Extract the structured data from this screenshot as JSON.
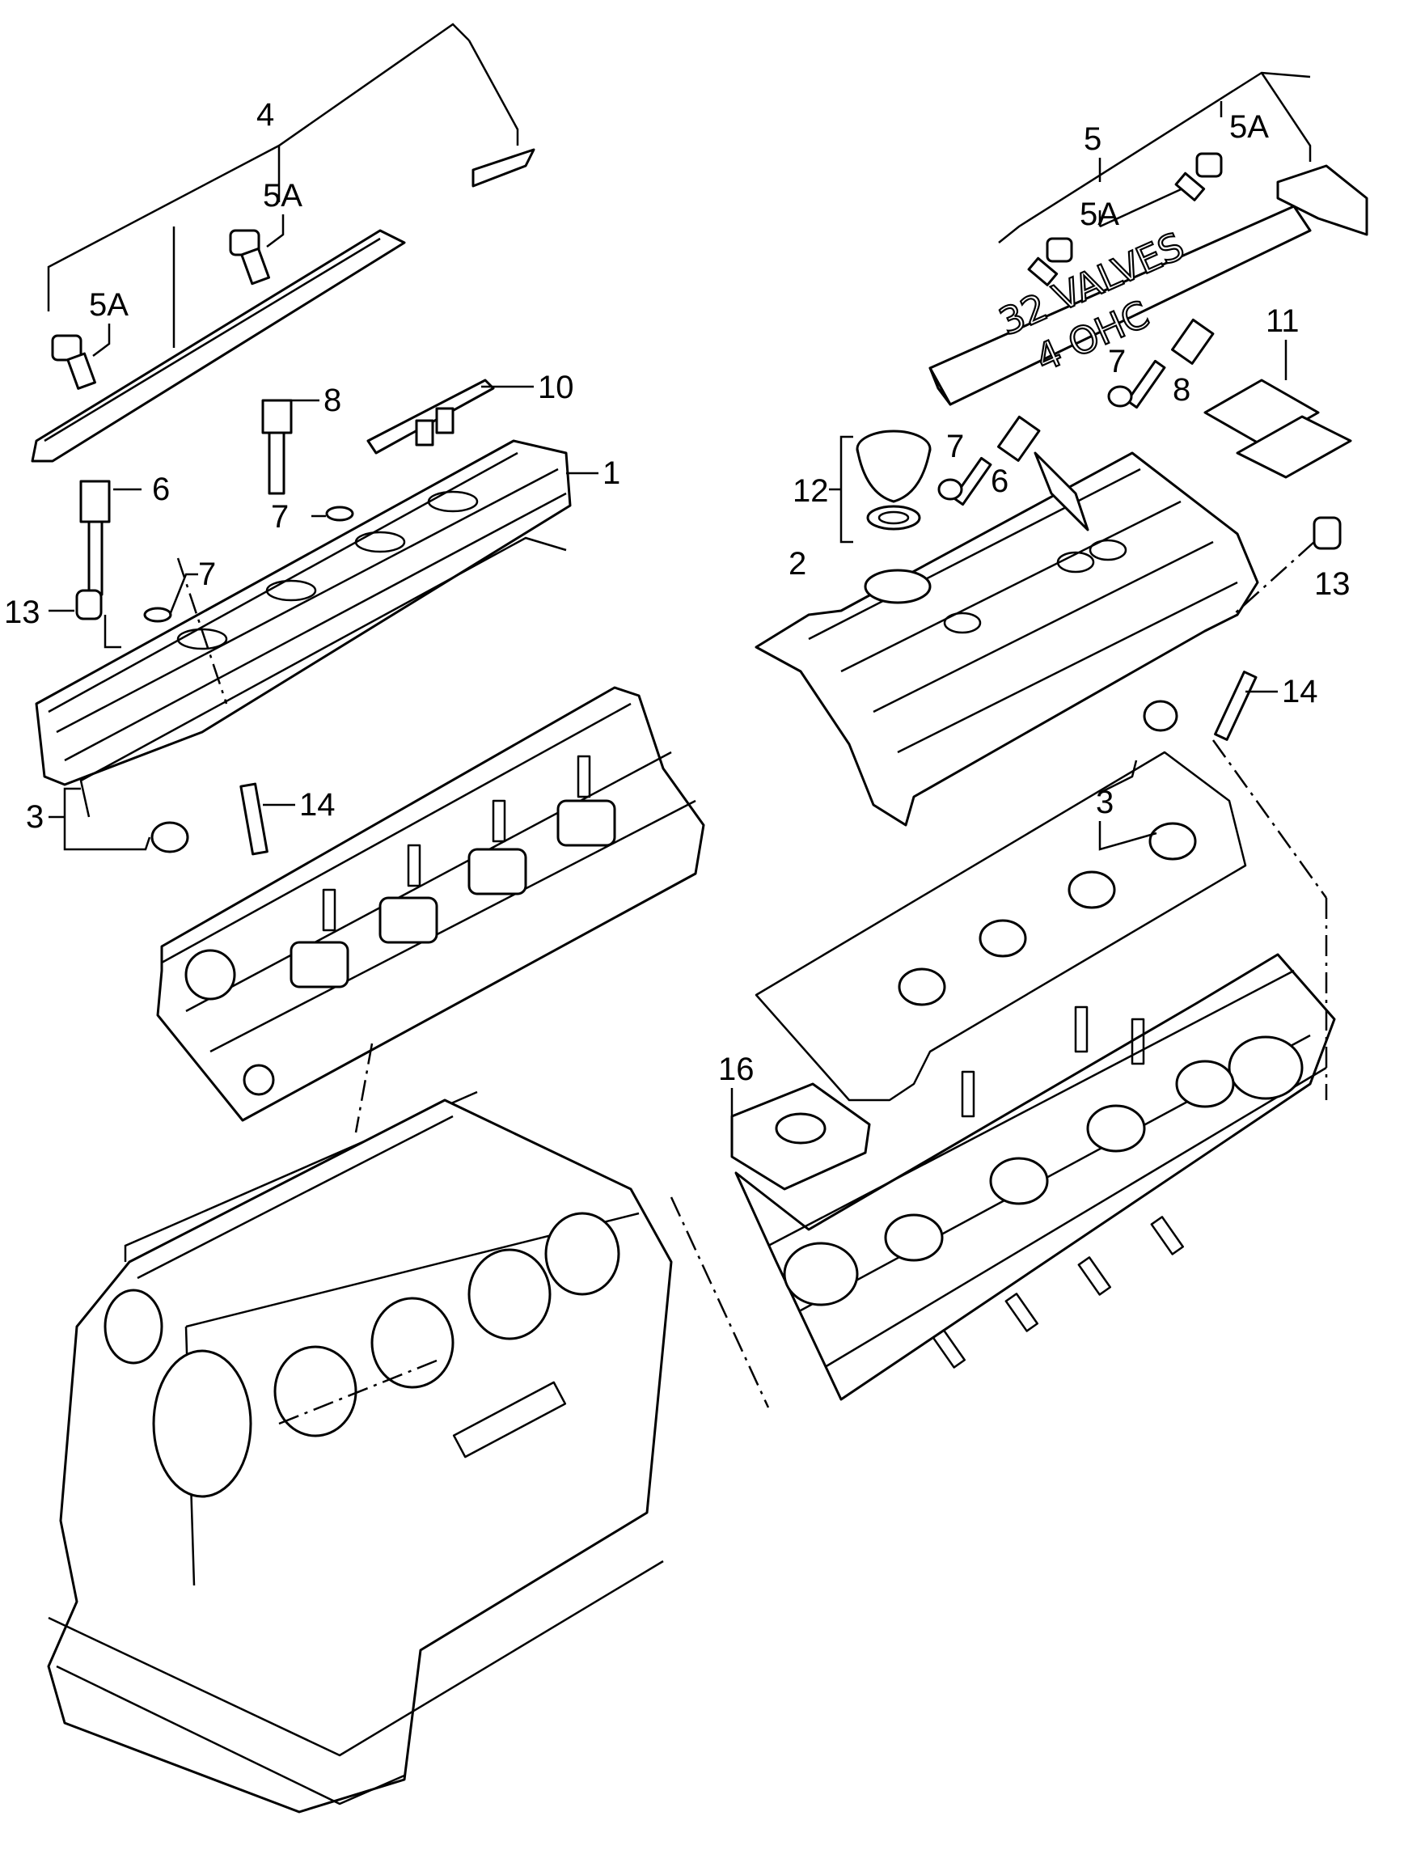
{
  "callouts": {
    "c1": "1",
    "c2": "2",
    "c3_left": "3",
    "c3_right": "3",
    "c4": "4",
    "c5": "5",
    "c5A_l1": "5A",
    "c5A_l2": "5A",
    "c5A_r1": "5A",
    "c5A_r2": "5A",
    "c6_left": "6",
    "c6_right": "6",
    "c7_left1": "7",
    "c7_left2": "7",
    "c7_right1": "7",
    "c7_right2": "7",
    "c8_left": "8",
    "c8_right": "8",
    "c10": "10",
    "c11": "11",
    "c12": "12",
    "c13_left": "13",
    "c13_right": "13",
    "c14_left": "14",
    "c14_right": "14",
    "c16": "16"
  },
  "cover_lettering": {
    "line1": "32 VALVES",
    "line2": "4 OHC"
  },
  "colors": {
    "ink": "#000000",
    "paper": "#ffffff"
  }
}
